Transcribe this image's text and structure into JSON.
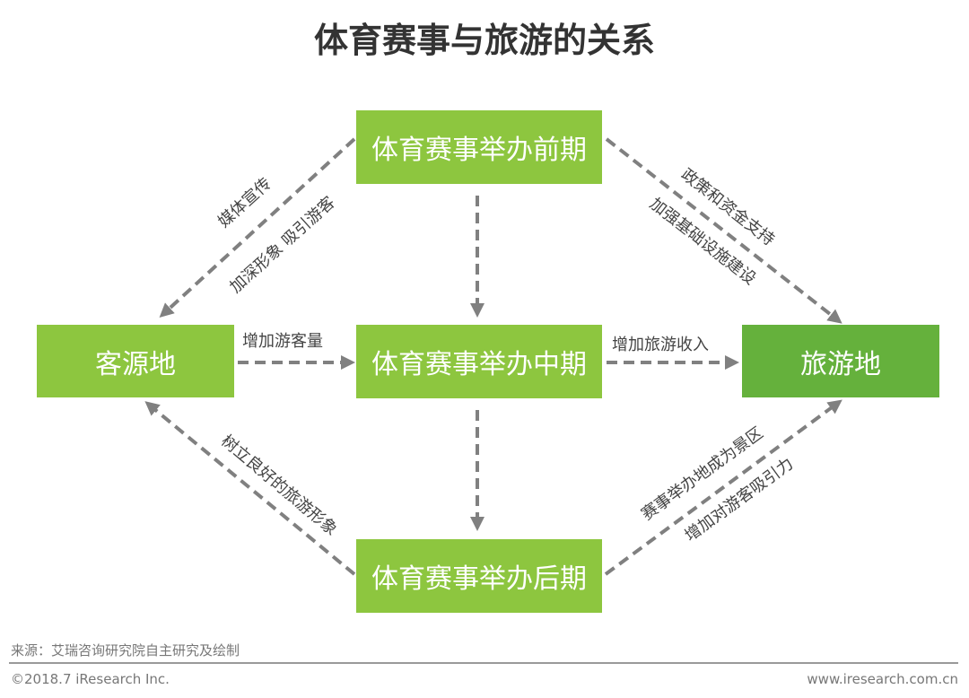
{
  "title": "体育赛事与旅游的关系",
  "nodes": {
    "pre": "体育赛事举办前期",
    "mid": "体育赛事举办中期",
    "post": "体育赛事举办后期",
    "source": "客源地",
    "destination": "旅游地"
  },
  "labels": {
    "pre_source_1": "媒体宣传",
    "pre_source_2": "加深形象 吸引游客",
    "pre_dest_1": "政策和资金支持",
    "pre_dest_2": "加强基础设施建设",
    "source_mid": "增加游客量",
    "mid_dest": "增加旅游收入",
    "post_source": "树立良好的旅游形象",
    "post_dest_1": "赛事举办地成为景区",
    "post_dest_2": "增加对游客吸引力"
  },
  "footer": {
    "source": "来源：艾瑞咨询研究院自主研究及绘制",
    "copyright": "©2018.7 iResearch Inc.",
    "website": "www.iresearch.com.cn"
  },
  "colors": {
    "box": "#8dc63f",
    "box_dark": "#65b13c",
    "arrow": "#808080"
  }
}
